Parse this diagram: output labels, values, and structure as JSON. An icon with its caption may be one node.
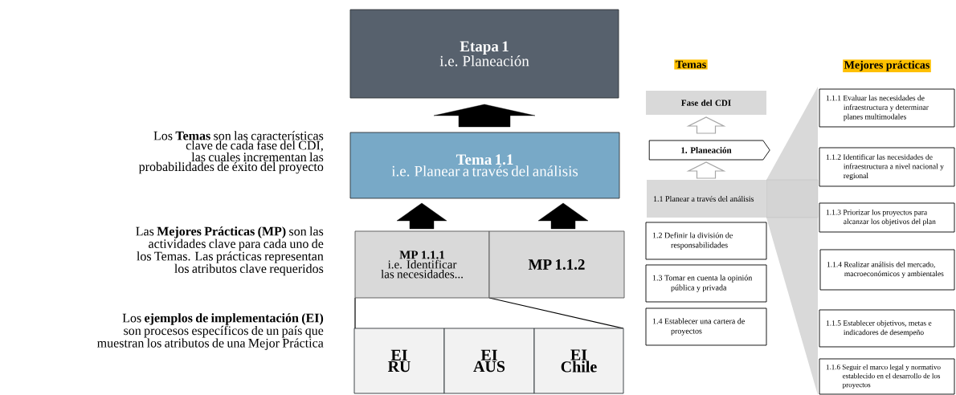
{
  "diagram": {
    "nodes": [
      {
        "text": [
          "Etapa 1",
          "i.e. Planeación"
        ]
      },
      {
        "text": [
          "Tema 1.1",
          "i.e. Planear a través del análisis"
        ]
      },
      {
        "text": [
          "MP 1.1.1",
          "i.e. Identificar las necesidades..."
        ]
      },
      {
        "text": [
          "MP 1.1.2"
        ]
      },
      {
        "text": [
          "EI",
          "RU"
        ]
      },
      {
        "text": [
          "EI",
          "AUS"
        ]
      },
      {
        "text": [
          "EI",
          "Chile"
        ]
      },
      {
        "text": [
          "Fase del CDI"
        ]
      },
      {
        "text": [
          "1. Planeación"
        ]
      },
      {
        "text": [
          "1.1 Planear a través del análisis"
        ]
      },
      {
        "text": [
          "1.2 Definir la división de responsabilidades"
        ]
      },
      {
        "text": [
          "1.3 Tomar en cuenta la opinión pública y privada"
        ]
      },
      {
        "text": [
          "1.4 Establecer una cartera de proyectos"
        ]
      },
      {
        "text": [
          "1.1.1 Evaluar las necesidades de infraestructura y determinar planes multimodales"
        ]
      },
      {
        "text": [
          "1.1.2 Identificar las necesidades de infraestructura a nivel nacional y regional"
        ]
      },
      {
        "text": [
          "1.1.3 Priorizar los proyectos para alcanzar los objetivos del plan"
        ]
      },
      {
        "text": [
          "1.1.4 Realizar análisis del mercado, macroeconómicos y ambientales"
        ]
      },
      {
        "text": [
          "1.1.5 Establecer objetivos, metas e indicadores de desempeño"
        ]
      },
      {
        "text": [
          "1.1.6 Seguir el marco legal y normativo establecido en el desarrollo de los proyectos"
        ]
      }
    ],
    "edges": [
      {
        "from": 1,
        "to": 0,
        "arrow": "to"
      },
      {
        "from": 2,
        "to": 1,
        "arrow": "to"
      },
      {
        "from": 3,
        "to": 1,
        "arrow": "to"
      },
      {
        "from": 8,
        "to": 7,
        "arrow": "to",
        "color": "#a6a6a6"
      },
      {
        "from": 9,
        "to": 8,
        "arrow": "to",
        "color": "#a6a6a6"
      }
    ],
    "labels": [
      "Los **Temas** son las características clave de cada fase del CDI, las cuales incrementan las probabilidades de éxito del proyecto",
      "Las **Mejores Prácticas (MP)** son las actividades clave para cada uno de los Temas. Las prácticas representan los atributos clave requeridos",
      "Los **ejemplos de implementación (EI)** son procesos específicos de un país que muestran los atributos de una Mejor Práctica",
      "Temas",
      "Mejores prácticas"
    ]
  }
}
